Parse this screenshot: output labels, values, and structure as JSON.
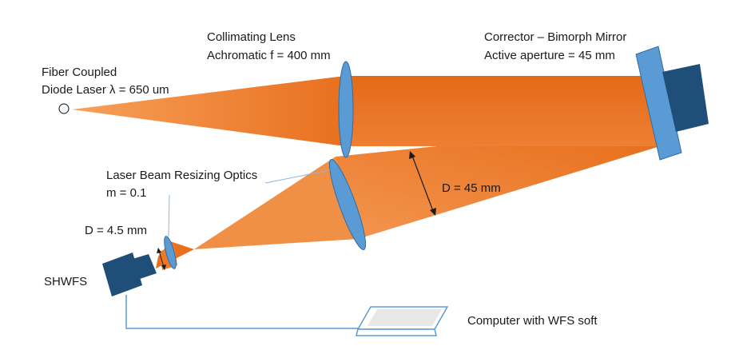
{
  "labels": {
    "source_line1": "Fiber Coupled",
    "source_line2": "Diode Laser λ = 650 um",
    "lens_line1": "Collimating Lens",
    "lens_line2": "Achromatic f = 400 mm",
    "mirror_line1": "Corrector – Bimorph Mirror",
    "mirror_line2": "Active aperture = 45 mm",
    "resize_line1": "Laser Beam Resizing Optics",
    "resize_line2": "m = 0.1",
    "beam_large": "D = 45 mm",
    "beam_small": "D = 4.5 mm",
    "sensor": "SHWFS",
    "computer": "Computer with WFS soft"
  },
  "colors": {
    "beam": "#EF7A2A",
    "beam_dark": "#E36A18",
    "lens": "#5B9BD5",
    "lens_stroke": "#2E6DA4",
    "device_dark": "#1F4E79",
    "cable": "#5B9BD5",
    "text": "#1a1a1a"
  },
  "icons": {
    "fiber_source": "circle-icon",
    "sensor": "camera-icon",
    "computer": "laptop-icon"
  }
}
